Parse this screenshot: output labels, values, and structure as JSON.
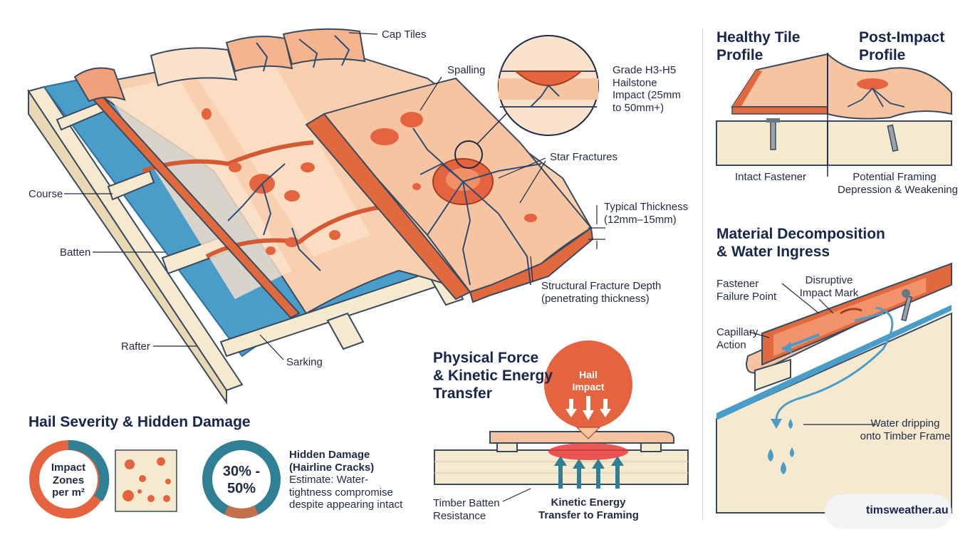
{
  "roof_labels": {
    "cap_tiles": "Cap Tiles",
    "spalling": "Spalling",
    "hailstone": [
      "Grade H3-H5",
      "Hailstone",
      "Impact (25mm",
      "to 50mm+)"
    ],
    "star_fractures": "Star Fractures",
    "thickness": [
      "Typical Thickness",
      "(12mm–15mm)"
    ],
    "course": "Course",
    "batten": "Batten",
    "rafter": "Rafter",
    "sarking": "Sarking",
    "fracture_depth": [
      "Structural Fracture Depth",
      "(penetrating thickness)"
    ]
  },
  "profiles": {
    "healthy_title": [
      "Healthy Tile",
      "Profile"
    ],
    "post_title": [
      "Post-Impact",
      "Profile"
    ],
    "intact": "Intact Fastener",
    "potential": [
      "Potential Framing",
      "Depression & Weakening"
    ]
  },
  "decomposition": {
    "title": [
      "Material Decomposition",
      "& Water Ingress"
    ],
    "fastener": [
      "Fastener",
      "Failure Point"
    ],
    "disruptive": [
      "Disruptive",
      "Impact Mark"
    ],
    "capillary": [
      "Capillary",
      "Action"
    ],
    "water": [
      "Water dripping",
      "onto Timber Frame"
    ]
  },
  "force": {
    "title": [
      "Physical Force",
      "& Kinetic Energy",
      "Transfer"
    ],
    "hail": [
      "Hail",
      "Impact"
    ],
    "timber": [
      "Timber Batten",
      "Resistance"
    ],
    "kinetic": [
      "Kinetic Energy",
      "Transfer to Framing"
    ]
  },
  "severity": {
    "title": "Hail Severity & Hidden Damage",
    "impact_zones": [
      "Impact",
      "Zones",
      "per m²"
    ],
    "pct": [
      "30% -",
      "50%"
    ],
    "pct_fraction_low": 0.3,
    "pct_fraction_high": 0.5,
    "hidden_title": [
      "Hidden Damage",
      "(Hairline Cracks)"
    ],
    "hidden_desc": [
      "Estimate: Water-",
      "tightness compromise",
      "despite appearing intact"
    ]
  },
  "brand": {
    "name": "timsweather.au",
    "icon": "sun-cloud-icon"
  },
  "colors": {
    "tile": "#f6c4a0",
    "tile_light": "#fbe2cc",
    "tile_dark": "#e06a3e",
    "impact": "#e4643f",
    "crack": "#2a4c78",
    "timber": "#f5ead0",
    "timber_line": "#3a4a5e",
    "sarking": "#4a9cc9",
    "teal": "#2f7f95",
    "navy": "#16264d"
  }
}
